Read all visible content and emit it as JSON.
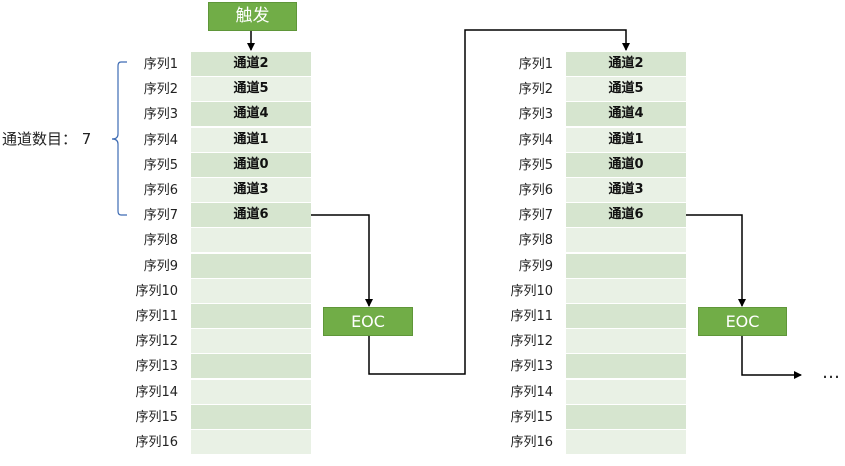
{
  "trigger": {
    "label": "触发"
  },
  "eoc": {
    "label": "EOC"
  },
  "channel_count": {
    "label": "通道数目：  7"
  },
  "ellipsis": "…",
  "sequences": {
    "left": [
      {
        "label": "序列1",
        "channel": "通道2"
      },
      {
        "label": "序列2",
        "channel": "通道5"
      },
      {
        "label": "序列3",
        "channel": "通道4"
      },
      {
        "label": "序列4",
        "channel": "通道1"
      },
      {
        "label": "序列5",
        "channel": "通道0"
      },
      {
        "label": "序列6",
        "channel": "通道3"
      },
      {
        "label": "序列7",
        "channel": "通道6"
      },
      {
        "label": "序列8",
        "channel": ""
      },
      {
        "label": "序列9",
        "channel": ""
      },
      {
        "label": "序列10",
        "channel": ""
      },
      {
        "label": "序列11",
        "channel": ""
      },
      {
        "label": "序列12",
        "channel": ""
      },
      {
        "label": "序列13",
        "channel": ""
      },
      {
        "label": "序列14",
        "channel": ""
      },
      {
        "label": "序列15",
        "channel": ""
      },
      {
        "label": "序列16",
        "channel": ""
      }
    ],
    "right": [
      {
        "label": "序列1",
        "channel": "通道2"
      },
      {
        "label": "序列2",
        "channel": "通道5"
      },
      {
        "label": "序列3",
        "channel": "通道4"
      },
      {
        "label": "序列4",
        "channel": "通道1"
      },
      {
        "label": "序列5",
        "channel": "通道0"
      },
      {
        "label": "序列6",
        "channel": "通道3"
      },
      {
        "label": "序列7",
        "channel": "通道6"
      },
      {
        "label": "序列8",
        "channel": ""
      },
      {
        "label": "序列9",
        "channel": ""
      },
      {
        "label": "序列10",
        "channel": ""
      },
      {
        "label": "序列11",
        "channel": ""
      },
      {
        "label": "序列12",
        "channel": ""
      },
      {
        "label": "序列13",
        "channel": ""
      },
      {
        "label": "序列14",
        "channel": ""
      },
      {
        "label": "序列15",
        "channel": ""
      },
      {
        "label": "序列16",
        "channel": ""
      }
    ]
  }
}
